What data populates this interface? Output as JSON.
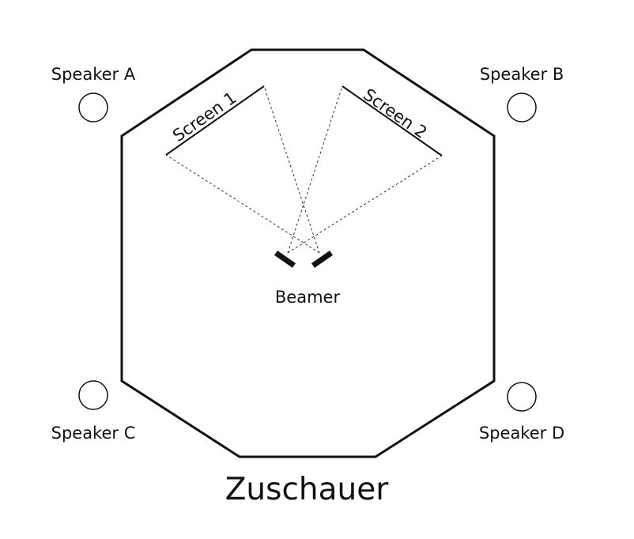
{
  "speakers": {
    "a": "Speaker A",
    "b": "Speaker B",
    "c": "Speaker C",
    "d": "Speaker D"
  },
  "screens": {
    "one": "Screen 1",
    "two": "Screen 2"
  },
  "beamer": "Beamer",
  "audience": "Zuschauer",
  "colors": {
    "ink": "#111111",
    "background": "#ffffff"
  }
}
